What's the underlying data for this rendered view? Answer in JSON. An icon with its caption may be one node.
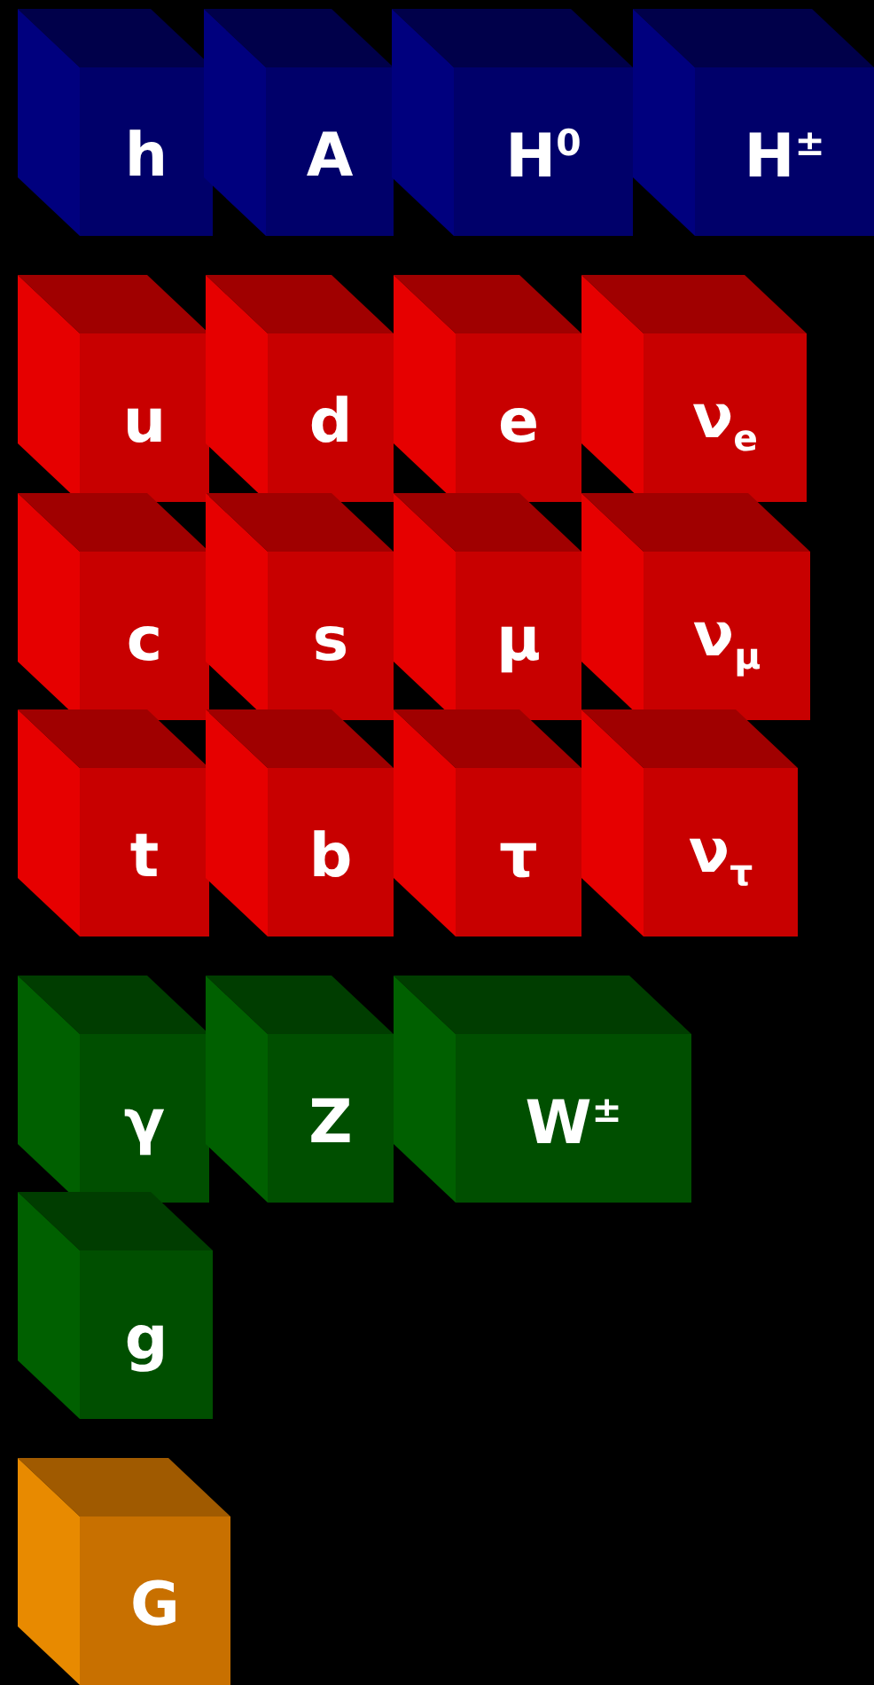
{
  "diagram": {
    "nodes": [
      {
        "text": [
          "h"
        ]
      },
      {
        "text": [
          "A"
        ]
      },
      {
        "text": [
          "H$^{0}$"
        ]
      },
      {
        "text": [
          "H$^{±}$"
        ]
      },
      {
        "text": [
          "u"
        ]
      },
      {
        "text": [
          "d"
        ]
      },
      {
        "text": [
          "e"
        ]
      },
      {
        "text": [
          "ν$_{e}$"
        ]
      },
      {
        "text": [
          "c"
        ]
      },
      {
        "text": [
          "s"
        ]
      },
      {
        "text": [
          "μ"
        ]
      },
      {
        "text": [
          "ν$_{μ}$"
        ]
      },
      {
        "text": [
          "t"
        ]
      },
      {
        "text": [
          "b"
        ]
      },
      {
        "text": [
          "τ"
        ]
      },
      {
        "text": [
          "ν$_{τ}$"
        ]
      },
      {
        "text": [
          "γ"
        ]
      },
      {
        "text": [
          "Z"
        ]
      },
      {
        "text": [
          "W$^{±}$"
        ]
      },
      {
        "text": [
          "g"
        ]
      },
      {
        "text": [
          "G"
        ]
      }
    ]
  }
}
